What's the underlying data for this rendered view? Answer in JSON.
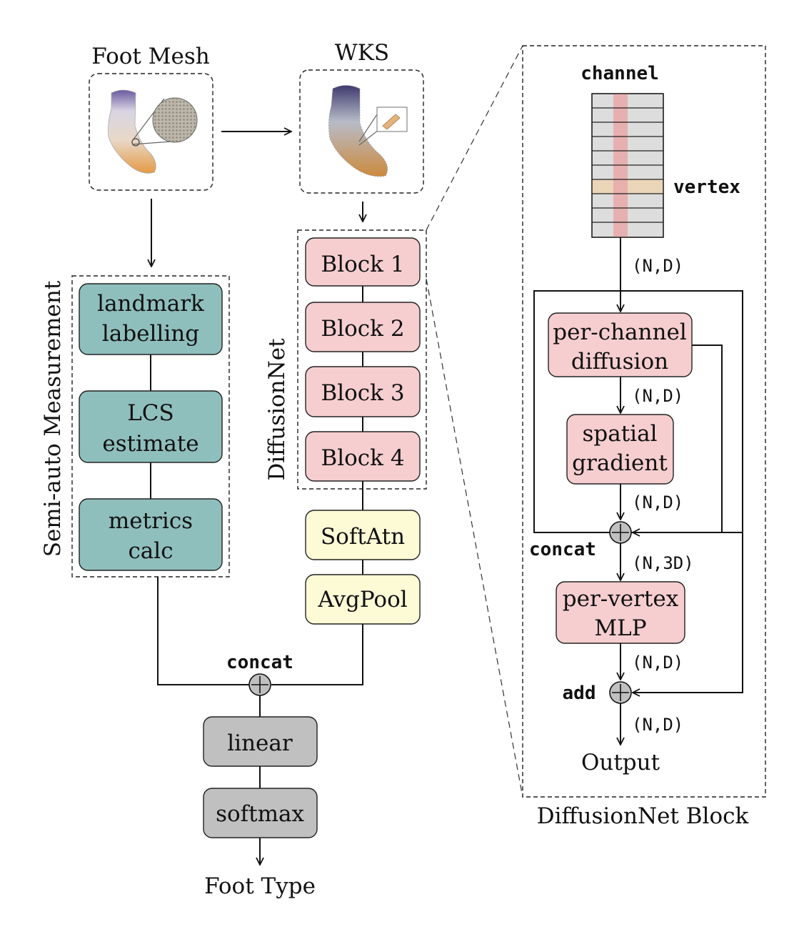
{
  "labels": {
    "foot_mesh": "Foot Mesh",
    "wks": "WKS",
    "semi_auto": "Semi-auto Measurement",
    "diffusionnet": "DiffusionNet",
    "concat_main": "concat",
    "foot_type": "Foot Type",
    "block_title": "DiffusionNet Block",
    "channel": "channel",
    "vertex": "vertex",
    "concat_block": "concat",
    "add": "add",
    "output": "Output"
  },
  "measurement": {
    "landmark": [
      "landmark",
      "labelling"
    ],
    "lcs": [
      "LCS",
      "estimate"
    ],
    "metrics": [
      "metrics",
      "calc"
    ]
  },
  "diffusion_blocks": [
    "Block 1",
    "Block 2",
    "Block 3",
    "Block 4"
  ],
  "heads": {
    "softatn": "SoftAtn",
    "avgpool": "AvgPool",
    "linear": "linear",
    "softmax": "softmax"
  },
  "block_detail": {
    "per_channel": [
      "per-channel",
      "diffusion"
    ],
    "spatial": [
      "spatial",
      "gradient"
    ],
    "per_vertex": [
      "per-vertex",
      "MLP"
    ]
  },
  "dims": {
    "d1": "(N,D)",
    "d2": "(N,D)",
    "d3": "(N,D)",
    "d4": "(N,3D)",
    "d5": "(N,D)",
    "d6": "(N,D)"
  },
  "colors": {
    "teal": "#8fbfbd",
    "pink": "#f6ced0",
    "yellow": "#fdfad6",
    "gray": "#c0c0c0",
    "matrix_gray": "#dddddd",
    "matrix_col": "#e9a8a8",
    "matrix_row": "#ead5b8"
  }
}
